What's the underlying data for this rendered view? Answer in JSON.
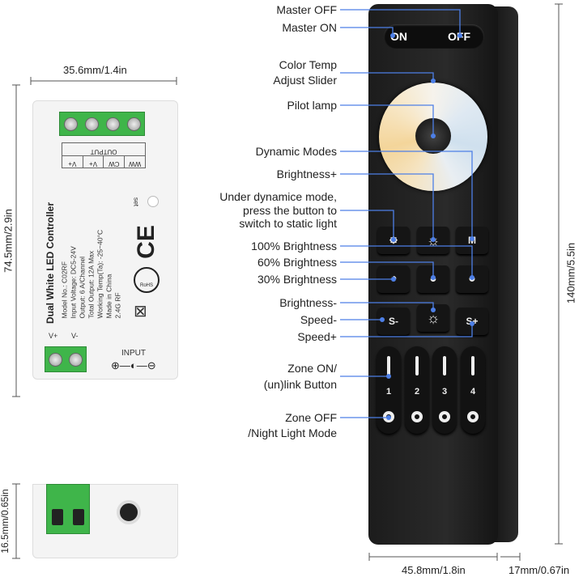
{
  "dimensions": {
    "controller_width": "35.6mm/1.4in",
    "controller_height": "74.5mm/2.9in",
    "controller_depth": "16.5mm/0.65in",
    "remote_height": "140mm/5.5in",
    "remote_width": "45.8mm/1.8in",
    "remote_depth": "17mm/0.67in"
  },
  "controller": {
    "output_header": "OUTPUT",
    "output_pins": [
      "V+",
      "V+",
      "CW",
      "WW"
    ],
    "set_label": "set",
    "title": "Dual White LED Controller",
    "specs": [
      "Model No.: C02RF",
      "Input Voltage: DC5-24V",
      "Output: 6 A/Channel",
      "Total Output: 12A Max",
      "Working Temp(Ta): -25~40°C",
      "Made in China",
      "2.4G RF"
    ],
    "input_pins": [
      "V+",
      "V-"
    ],
    "input_label": "INPUT",
    "rohs": "RoHS",
    "ce": "CE"
  },
  "remote": {
    "on": "ON",
    "off": "OFF",
    "buttons": [
      "M",
      "S-",
      "S+"
    ],
    "zones": [
      "1",
      "2",
      "3",
      "4"
    ]
  },
  "callouts": [
    "Master OFF",
    "Master ON",
    "Color Temp",
    "Adjust Slider",
    "Pilot lamp",
    "Dynamic Modes",
    "Brightness+",
    "Under dynamice mode,",
    "press the button to",
    "switch to static light",
    "100% Brightness",
    "60% Brightness",
    "30% Brightness",
    "Brightness-",
    "Speed-",
    "Speed+",
    "Zone ON/",
    "(un)link Button",
    "Zone OFF",
    "/Night Light Mode"
  ],
  "colors": {
    "leader": "#4d7fe6",
    "terminal": "#3fb54a",
    "remote": "#1e1e1e"
  }
}
